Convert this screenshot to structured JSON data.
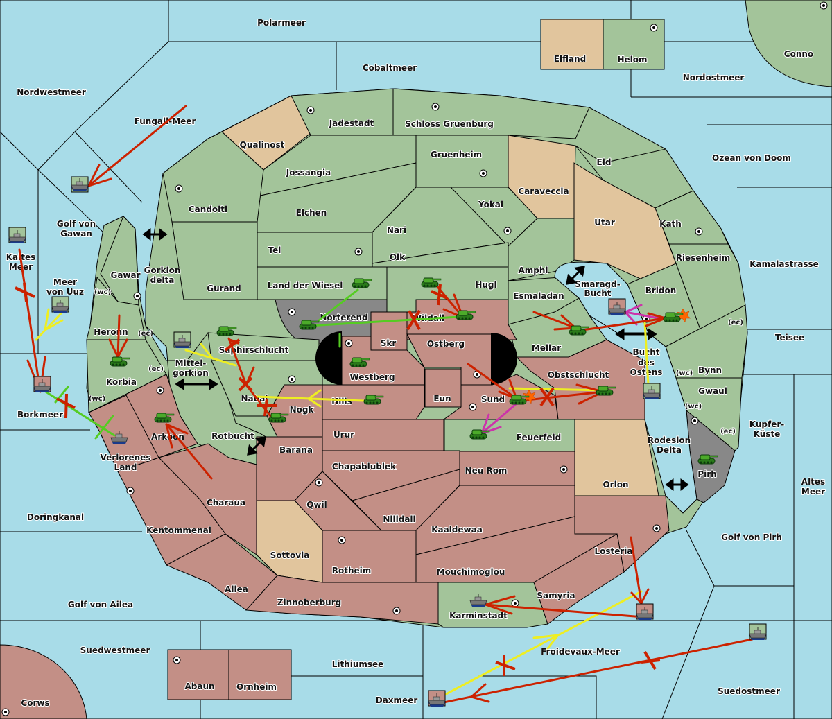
{
  "colors": {
    "sea": "#a8dce8",
    "power_green": "#a3c49a",
    "power_red": "#c38f86",
    "neutral_tan": "#e1c59d",
    "contested_gray": "#888888",
    "order_move": "#cc2200",
    "order_support": "#eeee22",
    "order_convoy": "#55cc22",
    "order_retreat": "#cc33aa",
    "failed_marker": "#cc2200"
  },
  "seas": [
    {
      "name": "Polarmeer"
    },
    {
      "name": "Cobaltmeer"
    },
    {
      "name": "Nordostmeer"
    },
    {
      "name": "Nordwestmeer"
    },
    {
      "name": "Fungali-Meer"
    },
    {
      "name": "Golf von Gawan"
    },
    {
      "name": "Kaltes Meer"
    },
    {
      "name": "Meer von Uuz"
    },
    {
      "name": "Gorkion delta"
    },
    {
      "name": "Mittel-gorkion"
    },
    {
      "name": "Borkmeer"
    },
    {
      "name": "Rotbucht"
    },
    {
      "name": "Doringkanal"
    },
    {
      "name": "Golf von Ailea"
    },
    {
      "name": "Suedwestmeer"
    },
    {
      "name": "Lithiumsee"
    },
    {
      "name": "Daxmeer"
    },
    {
      "name": "Froidevaux-Meer"
    },
    {
      "name": "Suedostmeer"
    },
    {
      "name": "Golf von Pirh"
    },
    {
      "name": "Altes Meer"
    },
    {
      "name": "Kupfer-Küste"
    },
    {
      "name": "Rodesion Delta"
    },
    {
      "name": "Teisee"
    },
    {
      "name": "Kamalastrasse"
    },
    {
      "name": "Ozean von Doom"
    },
    {
      "name": "Smaragd-Bucht"
    },
    {
      "name": "Bucht des Ostens"
    }
  ],
  "labels": {
    "polarmeer": "Polarmeer",
    "cobaltmeer": "Cobaltmeer",
    "nordostmeer": "Nordostmeer",
    "nordwestmeer": "Nordwestmeer",
    "fungali": "Fungali-Meer",
    "gawan1": "Golf von",
    "gawan2": "Gawan",
    "kaltes1": "Kaltes",
    "kaltes2": "Meer",
    "uuz1": "Meer",
    "uuz2": "von Uuz",
    "gorkiondelta1": "Gorkion",
    "gorkiondelta2": "delta",
    "mittel1": "Mittel-",
    "mittel2": "gorkion",
    "borkmeer": "Borkmeer",
    "rotbucht": "Rotbucht",
    "doringkanal": "Doringkanal",
    "ailea_golf": "Golf von Ailea",
    "suedwestmeer": "Suedwestmeer",
    "lithiumsee": "Lithiumsee",
    "daxmeer": "Daxmeer",
    "froidevaux": "Froidevaux-Meer",
    "suedostmeer": "Suedostmeer",
    "pirh_golf": "Golf von Pirh",
    "altes1": "Altes",
    "altes2": "Meer",
    "kupfer1": "Kupfer-",
    "kupfer2": "Küste",
    "rodesion1": "Rodesion",
    "rodesion2": "Delta",
    "teisee": "Teisee",
    "kamalastrasse": "Kamalastrasse",
    "ozean": "Ozean von Doom",
    "smaragd1": "Smaragd-",
    "smaragd2": "Bucht",
    "ostens1": "Bucht",
    "ostens2": "des",
    "ostens3": "Ostens",
    "elfland": "Elfland",
    "helom": "Helom",
    "conno": "Conno",
    "qualinost": "Qualinost",
    "jadestadt": "Jadestadt",
    "schloss": "Schloss Gruenburg",
    "gruenheim": "Gruenheim",
    "caraveccia": "Caraveccia",
    "eld": "Eld",
    "utar": "Utar",
    "kath": "Kath",
    "riesenheim": "Riesenheim",
    "bridon": "Bridon",
    "bynn": "Bynn",
    "gwaul": "Gwaul",
    "pirh": "Pirh",
    "candolti": "Candolti",
    "jossangia": "Jossangia",
    "elchen": "Elchen",
    "nari": "Nari",
    "yokai": "Yokai",
    "tel": "Tel",
    "olk": "Olk",
    "amphi": "Amphi",
    "gurand": "Gurand",
    "wiesel": "Land der Wiesel",
    "hugl": "Hugl",
    "esmaladan": "Esmaladan",
    "mellar": "Mellar",
    "norterend": "Norterend",
    "wildall": "Wildall",
    "skr": "Skr",
    "ostberg": "Ostberg",
    "westberg": "Westberg",
    "saphir": "Saphirschlucht",
    "nabai": "Nabai",
    "nogk": "Nogk",
    "hills": "Hills",
    "eun": "Eun",
    "sund": "Sund",
    "obstschlucht": "Obstschlucht",
    "feuerfeld": "Feuerfeld",
    "gawar": "Gawar",
    "heronn": "Heronn",
    "korbia": "Korbia",
    "arkoon": "Arkoon",
    "verlorenes1": "Verlorenes",
    "verlorenes2": "Land",
    "barana": "Barana",
    "urur": "Urur",
    "chapablublek": "Chapablublek",
    "neurom": "Neu Rom",
    "orlon": "Orlon",
    "qwil": "Qwil",
    "nilldall": "Nilldall",
    "kaaldewaa": "Kaaldewaa",
    "charaua": "Charaua",
    "kentommenai": "Kentommenai",
    "sottovia": "Sottovia",
    "rotheim": "Rotheim",
    "mouchimoglou": "Mouchimoglou",
    "losteria": "Losteria",
    "ailea": "Ailea",
    "zinnoberburg": "Zinnoberburg",
    "samyria": "Samyria",
    "karminstadt": "Karminstadt",
    "abaun": "Abaun",
    "ornheim": "Ornheim",
    "corws": "Corws",
    "wc": "(wc)",
    "ec": "(ec)"
  },
  "units": [
    {
      "type": "fleet",
      "owner": "green",
      "location": "Golf von Gawan"
    },
    {
      "type": "fleet",
      "owner": "green",
      "location": "Kaltes Meer"
    },
    {
      "type": "fleet",
      "owner": "green",
      "location": "Meer von Uuz"
    },
    {
      "type": "fleet",
      "owner": "red",
      "location": "Borkmeer"
    },
    {
      "type": "fleet",
      "owner": "red",
      "location": "Verlorenes Land"
    },
    {
      "type": "fleet",
      "owner": "green",
      "location": "Mittel-gorkion"
    },
    {
      "type": "army",
      "owner": "green",
      "location": "Korbia"
    },
    {
      "type": "army",
      "owner": "green",
      "location": "Arkoon"
    },
    {
      "type": "army",
      "owner": "green",
      "location": "Saphirschlucht"
    },
    {
      "type": "army",
      "owner": "green",
      "location": "Nogk"
    },
    {
      "type": "army",
      "owner": "green",
      "location": "Land der Wiesel"
    },
    {
      "type": "army",
      "owner": "green",
      "location": "Norterend"
    },
    {
      "type": "army",
      "owner": "green",
      "location": "Westberg"
    },
    {
      "type": "army",
      "owner": "green",
      "location": "Hills"
    },
    {
      "type": "army",
      "owner": "green",
      "location": "Hugl"
    },
    {
      "type": "army",
      "owner": "green",
      "location": "Wildall"
    },
    {
      "type": "army",
      "owner": "green",
      "location": "Sund",
      "dislodged": true
    },
    {
      "type": "army",
      "owner": "green",
      "location": "Obstschlucht"
    },
    {
      "type": "army",
      "owner": "green",
      "location": "Feuerfeld"
    },
    {
      "type": "army",
      "owner": "green",
      "location": "Mellar"
    },
    {
      "type": "army",
      "owner": "green",
      "location": "Bridon",
      "dislodged": true
    },
    {
      "type": "fleet",
      "owner": "red",
      "location": "Smaragd-Bucht"
    },
    {
      "type": "fleet",
      "owner": "green",
      "location": "Bucht des Ostens"
    },
    {
      "type": "army",
      "owner": "green",
      "location": "Pirh"
    },
    {
      "type": "fleet",
      "owner": "green",
      "location": "Karminstadt"
    },
    {
      "type": "fleet",
      "owner": "red",
      "location": "Froidevaux-Meer"
    },
    {
      "type": "fleet",
      "owner": "green",
      "location": "Suedostmeer"
    },
    {
      "type": "fleet",
      "owner": "red",
      "location": "Daxmeer"
    }
  ]
}
